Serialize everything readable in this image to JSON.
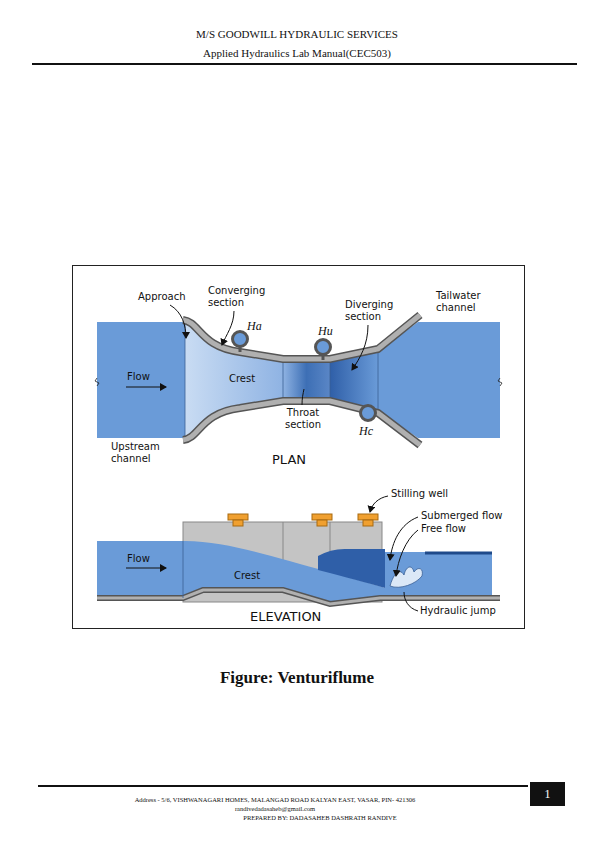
{
  "diagram": {
    "caption": "Figure: Venturiflume",
    "labels": [
      "M/S GOODWILL HYDRAULIC SERVICES",
      "Applied Hydraulics Lab Manual(CEC503)",
      "Approach",
      "Converging section",
      "Ha",
      "Hu",
      "Diverging section",
      "Tailwater channel",
      "Flow",
      "Crest",
      "Throat section",
      "Hc",
      "Upstream channel",
      "PLAN",
      "Stilling well",
      "Submerged flow",
      "Free flow",
      "Flow",
      "Crest",
      "ELEVATION",
      "Hydraulic jump",
      "1",
      "Address - 5/6, VISHWANAGARI HOMES,  MALANGAD ROAD KALYAN EAST, VASAR, PIN- 421306",
      "randivedadasaheb@gmail.com",
      "PREPARED BY: DADASAHEB DASHRATH RANDIVE"
    ]
  }
}
